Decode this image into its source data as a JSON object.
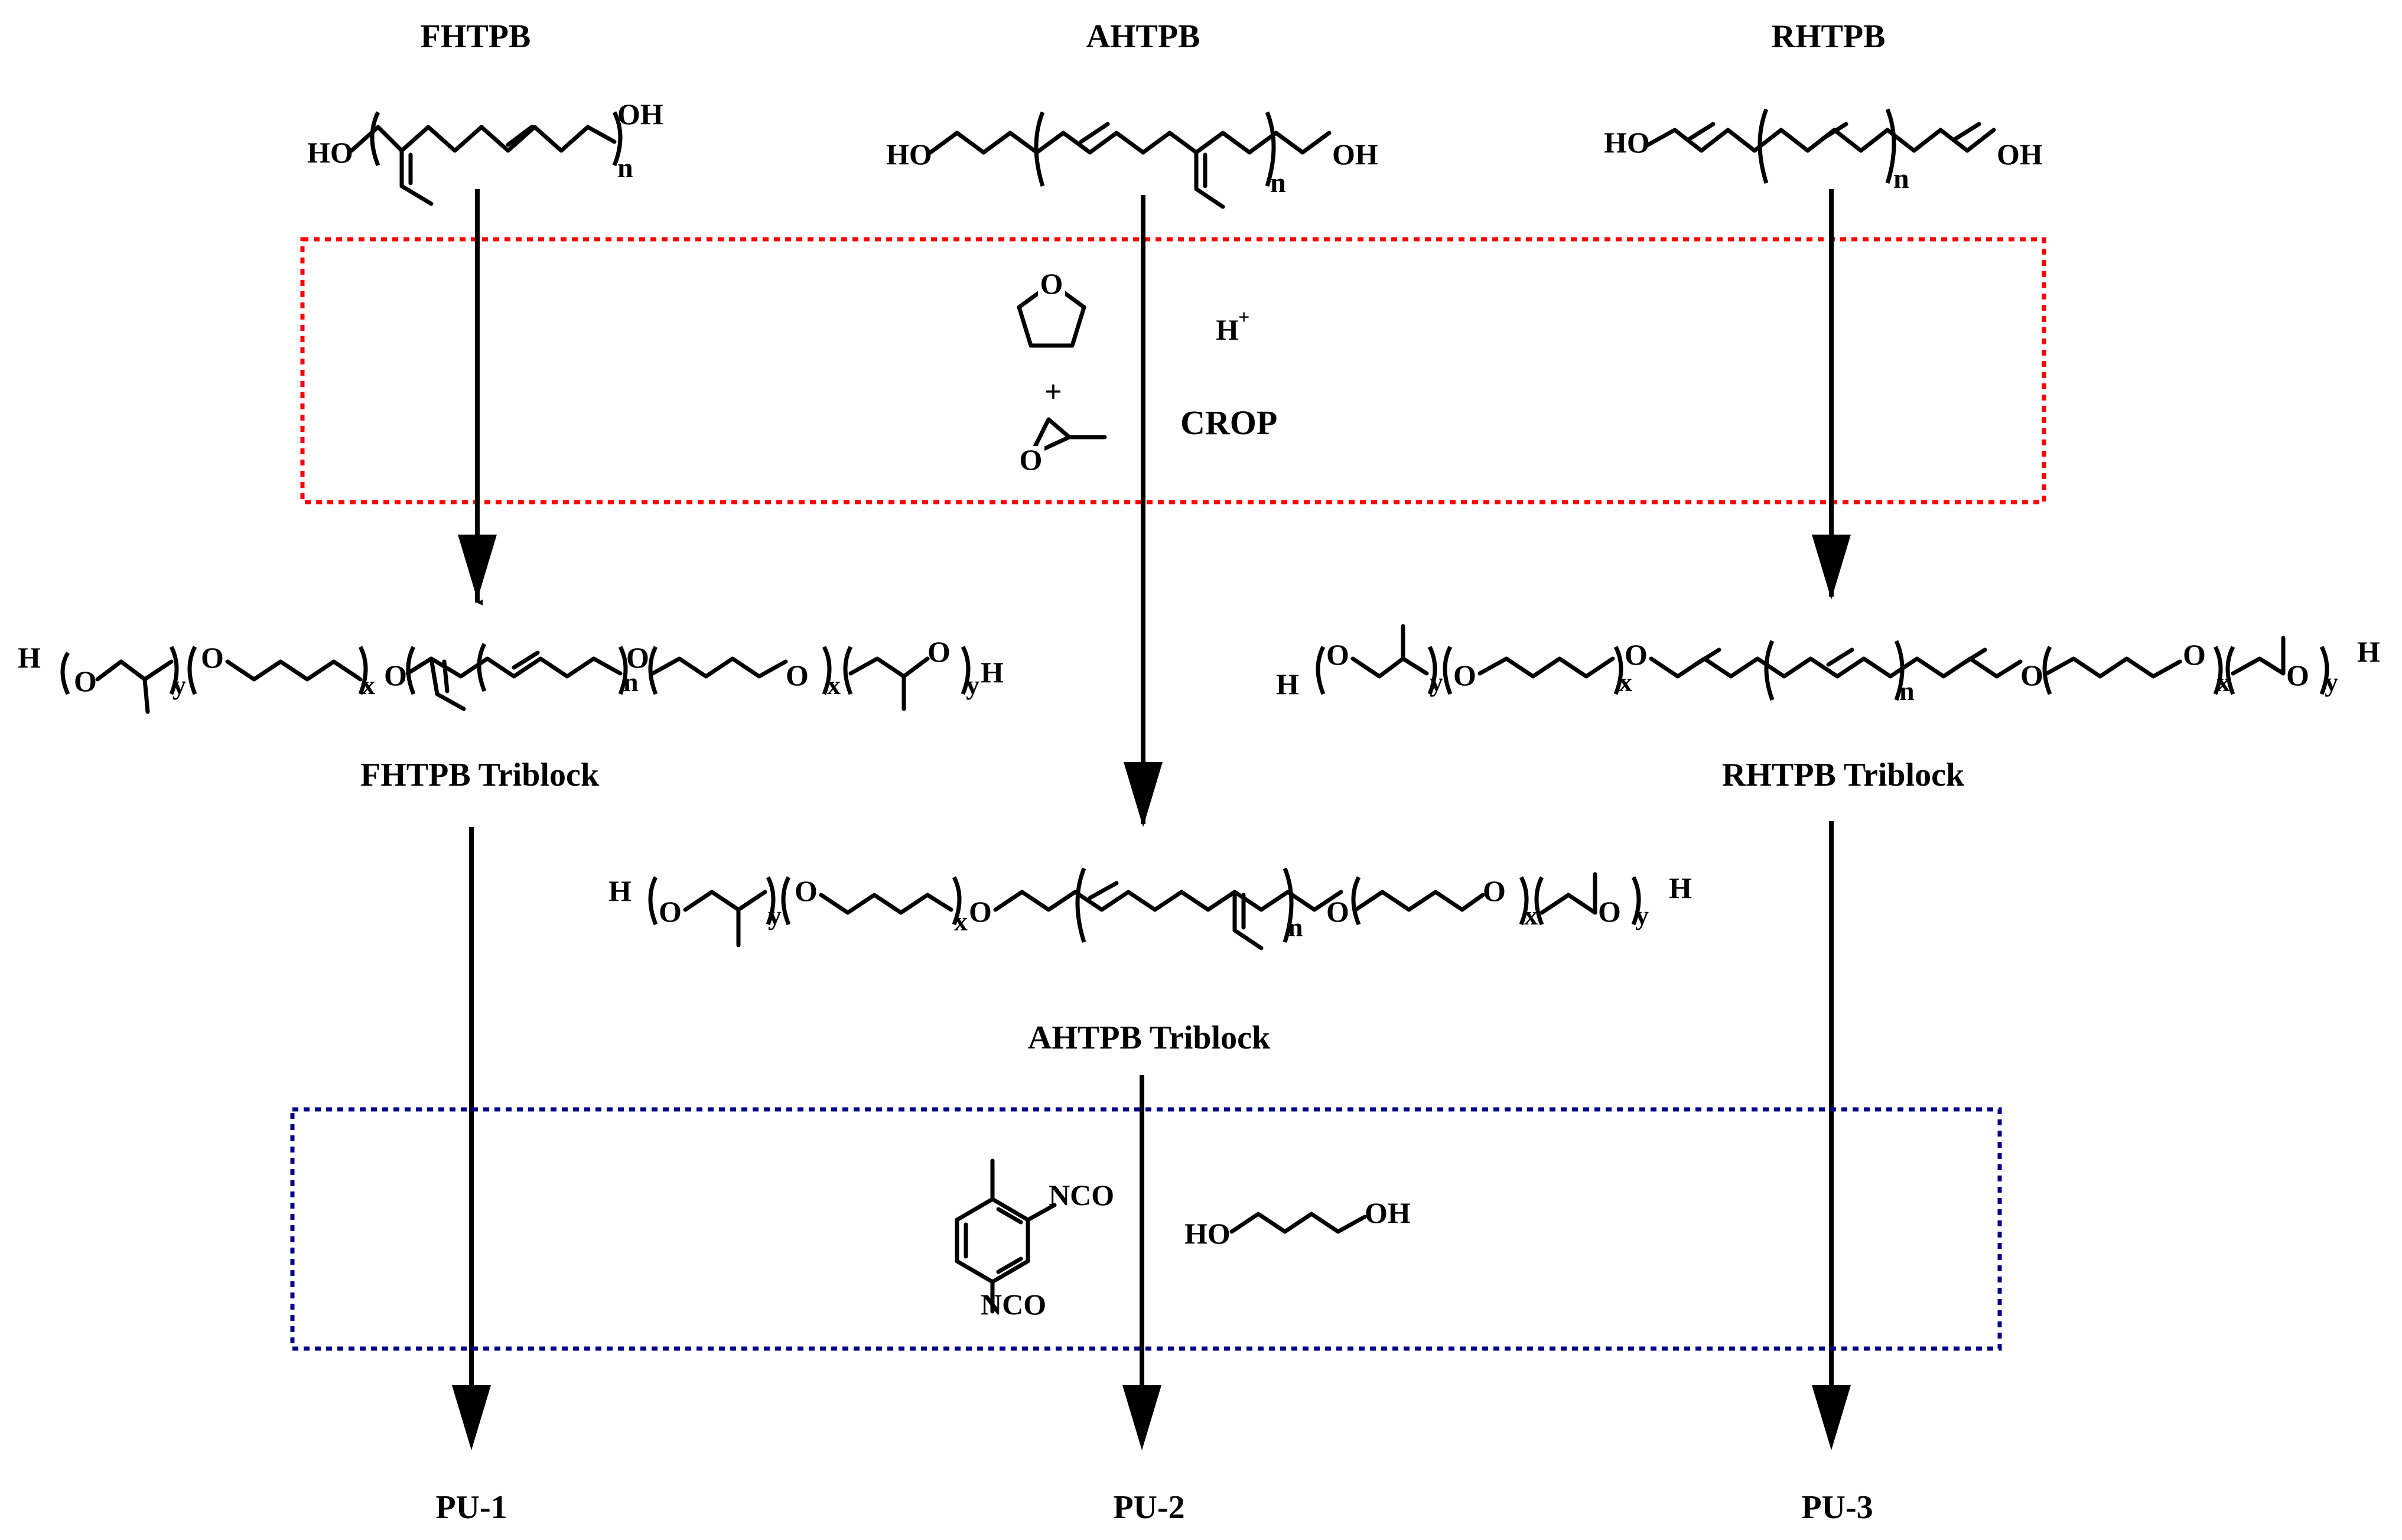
{
  "monomers": {
    "fhtpb": "FHTPB",
    "ahtpb": "AHTPB",
    "rhtpb": "RHTPB"
  },
  "crop_box": {
    "catalyst": "H",
    "catalyst_charge": "+",
    "plus": "+",
    "method": "CROP",
    "color": "#ff0000"
  },
  "triblocks": {
    "fhtpb": "FHTPB Triblock",
    "ahtpb": "AHTPB Triblock",
    "rhtpb": "RHTPB Triblock"
  },
  "chain_end_box": {
    "diisocyanate_group": "NCO",
    "diol": "HO~~~OH",
    "color": "#00008b"
  },
  "products": {
    "pu1": "PU-1",
    "pu2": "PU-2",
    "pu3": "PU-3"
  },
  "atoms": {
    "ho": "HO",
    "oh": "OH",
    "o": "O",
    "h": "H",
    "n": "n",
    "x": "x",
    "y": "y"
  }
}
